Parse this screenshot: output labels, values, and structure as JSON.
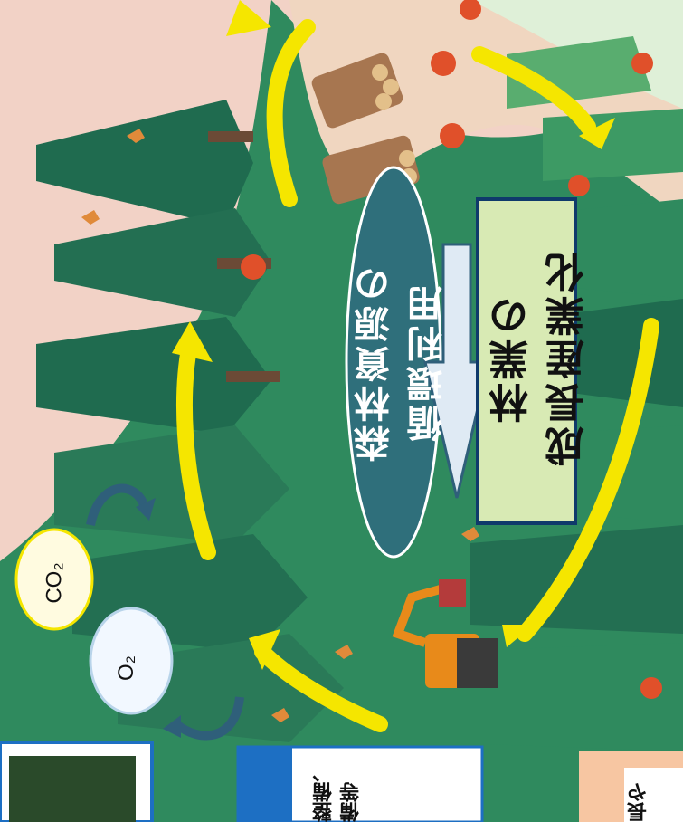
{
  "center": {
    "pill_line1": "森林資源の",
    "pill_line2": "循環利用",
    "box_line1": "林業の",
    "box_line2": "成長産業化"
  },
  "bubbles": {
    "co2": "CO₂",
    "o2": "O₂"
  },
  "panels": {
    "left_fragment": "整備、備等",
    "right_fragment": "長や"
  },
  "colors": {
    "background": "#f2d2c6",
    "forest_dark": "#1f6b4f",
    "forest_mid": "#2f8a5e",
    "forest_light": "#59ad6f",
    "arrow_yellow": "#f5e600",
    "pill": "#2f6f7b",
    "box": "#d8eab4",
    "blue_panel": "#1d6fc3",
    "peach_panel": "#f7c6a2",
    "cycle_arrow": "#2f5f7a"
  },
  "icons": [
    "tree-icon",
    "worker-icon",
    "excavator-icon",
    "log-pile-icon",
    "bird-icon",
    "cycle-arrow-icon"
  ]
}
